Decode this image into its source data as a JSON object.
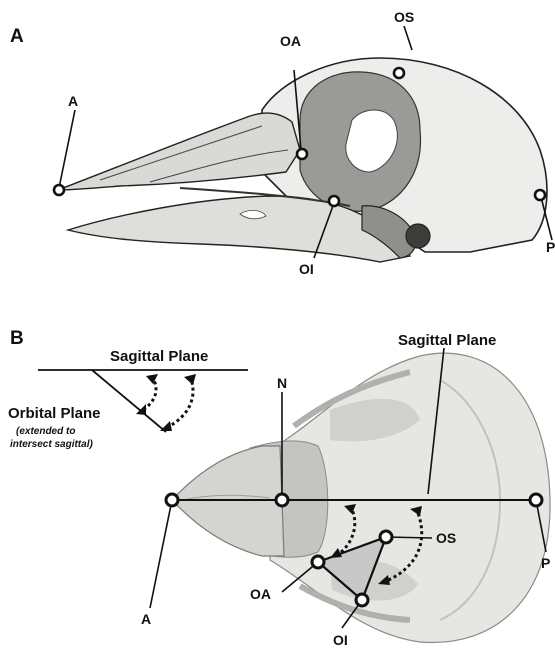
{
  "panel_a": {
    "letter": "A",
    "landmarks": {
      "a": "A",
      "oa": "OA",
      "os": "OS",
      "p": "P",
      "oi": "OI"
    }
  },
  "panel_b": {
    "letter": "B",
    "sagittal_plane_key": "Sagittal Plane",
    "orbital_plane_key": "Orbital Plane",
    "orbital_note_line1": "(extended to",
    "orbital_note_line2": "intersect sagittal)",
    "sagittal_plane_label": "Sagittal Plane",
    "landmarks": {
      "n": "N",
      "a": "A",
      "p": "P",
      "os": "OS",
      "oa": "OA",
      "oi": "OI"
    }
  },
  "colors": {
    "ink": "#111111",
    "skull_fill": "#e8e8e6",
    "skull_shadow": "#b9b9b6",
    "beak_fill": "#d6d6d2",
    "triangle_fill": "#c8c8c8"
  }
}
